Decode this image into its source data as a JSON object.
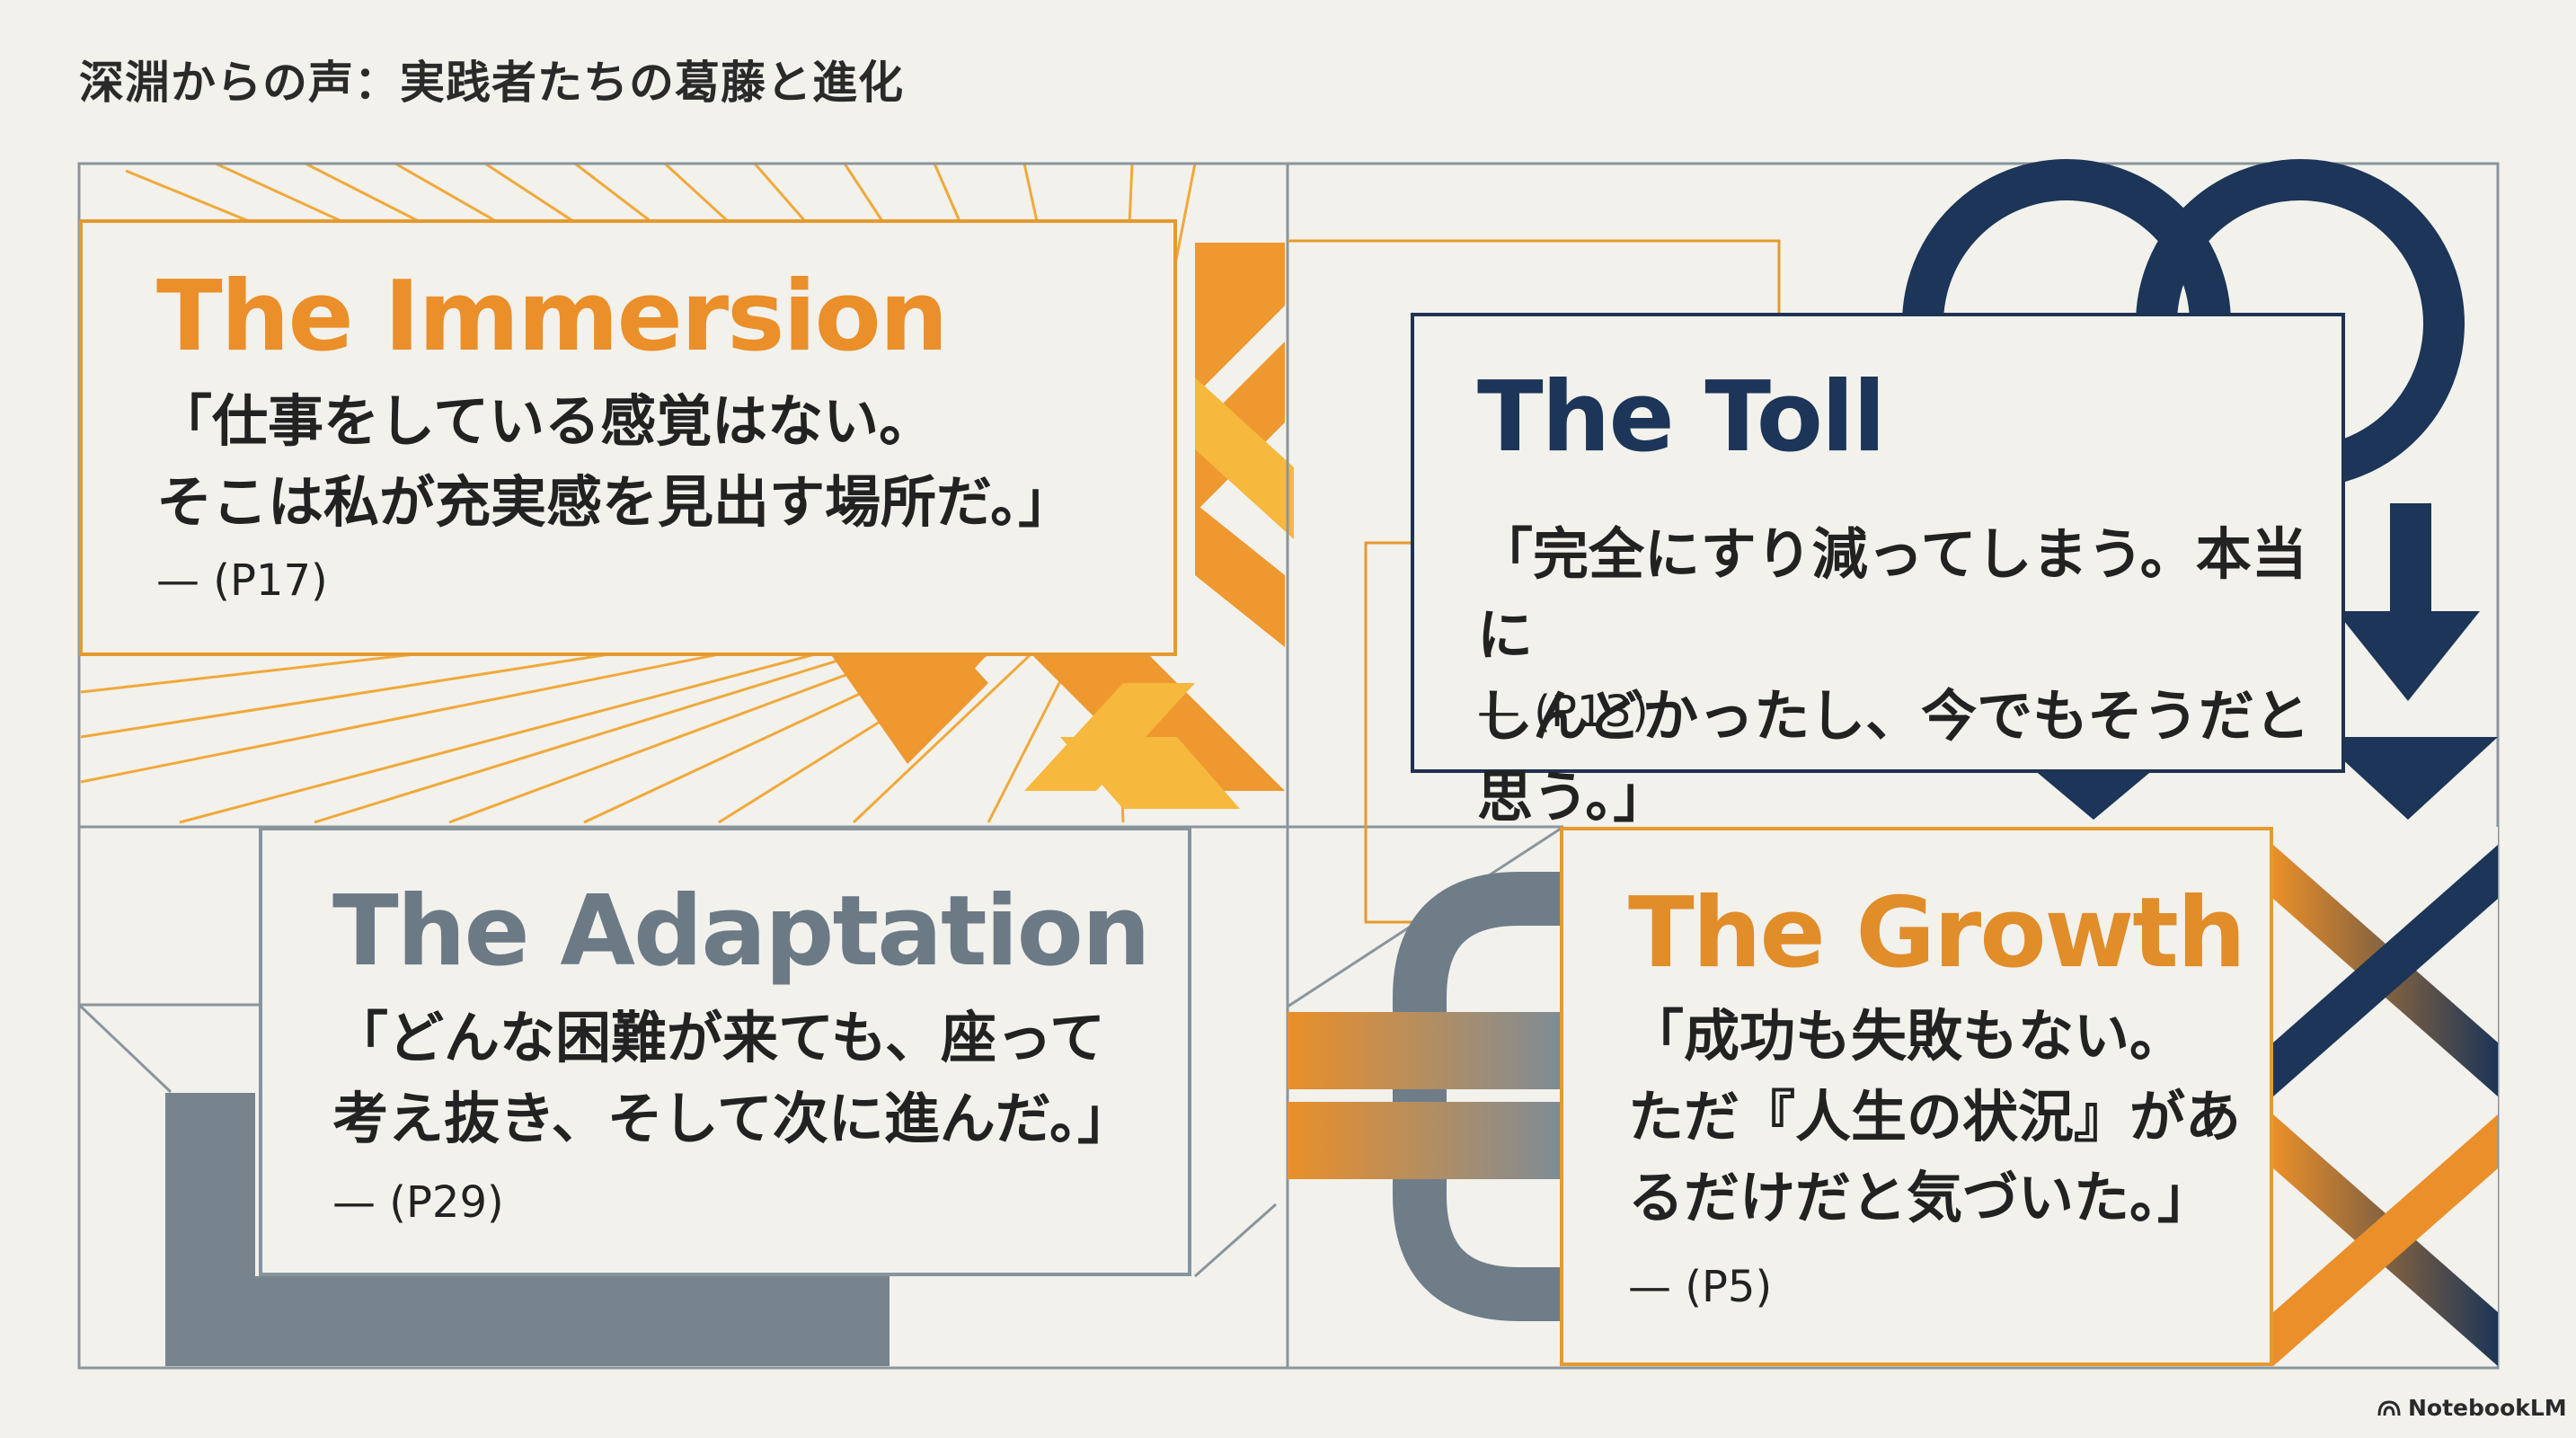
{
  "page": {
    "title": "深淵からの声：実践者たちの葛藤と進化"
  },
  "colors": {
    "orange": "#ea8f2a",
    "yellow": "#f3b23a",
    "navy": "#1c3558",
    "slate": "#6c7a86",
    "background": "#f2f1ec"
  },
  "cards": {
    "immersion": {
      "heading": "The Immersion",
      "quote": "「仕事をしている感覚はない。\nそこは私が充実感を見出す場所だ。」",
      "source": "— (P17)"
    },
    "toll": {
      "heading": "The Toll",
      "quote": "「完全にすり減ってしまう。本当に\nしんどかったし、今でもそうだと思う。」",
      "source": "— (P13)"
    },
    "adaptation": {
      "heading": "The Adaptation",
      "quote": "「どんな困難が来ても、座って\n考え抜き、そして次に進んだ。」",
      "source": "— (P29)"
    },
    "growth": {
      "heading": "The Growth",
      "quote": "「成功も失敗もない。\nただ『人生の状況』があ\nるだけだと気づいた。」",
      "source": "— (P5)"
    }
  },
  "brand": {
    "name": "NotebookLM"
  }
}
